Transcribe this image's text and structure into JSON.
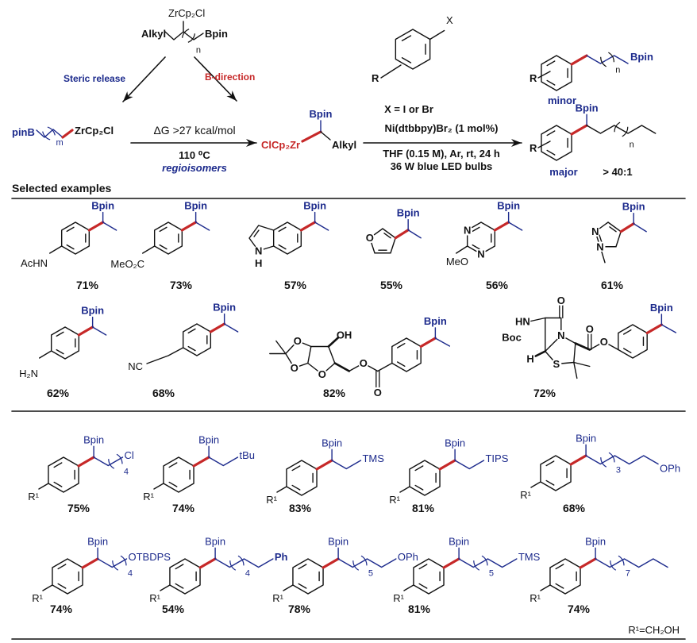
{
  "scheme": {
    "top_substrate": {
      "metal": "ZrCp₂Cl",
      "alkyl": "Alkyl",
      "boron": "Bpin",
      "n": "n"
    },
    "pathways": {
      "steric": "Steric release",
      "boron_direction": "B-direction"
    },
    "regioisomer": {
      "boron": "pinB",
      "m": "m",
      "metal": "ZrCp₂Cl"
    },
    "isomerization": {
      "energy": "ΔG >27 kcal/mol",
      "temperature": "110 ⁰C",
      "note": "regioisomers"
    },
    "intermediate": {
      "metal": "ClCp₂Zr",
      "boron": "Bpin",
      "alkyl": "Alkyl"
    },
    "aryl_halide": {
      "x": "X",
      "r": "R",
      "definition": "X = I or Br"
    },
    "coupling": {
      "catalyst": "Ni(dtbbpy)Br₂ (1 mol%)",
      "conditions": "THF (0.15 M), Ar, rt, 24 h",
      "light": "36 W blue LED bulbs"
    },
    "products": {
      "minor": {
        "r": "R",
        "boron": "Bpin",
        "n": "n",
        "label": "minor"
      },
      "major": {
        "r": "R",
        "boron": "Bpin",
        "n": "n",
        "label": "major"
      },
      "ratio": "> 40:1"
    }
  },
  "section_title": "Selected examples",
  "examples": {
    "row1": [
      {
        "boron": "Bpin",
        "sub": "AcHN",
        "yield": "71%"
      },
      {
        "boron": "Bpin",
        "sub": "MeO₂C",
        "yield": "73%"
      },
      {
        "boron": "Bpin",
        "n": "N",
        "h": "H",
        "yield": "57%"
      },
      {
        "boron": "Bpin",
        "o": "O",
        "yield": "55%"
      },
      {
        "boron": "Bpin",
        "n1": "N",
        "n2": "N",
        "sub": "MeO",
        "yield": "56%"
      },
      {
        "boron": "Bpin",
        "n1": "N",
        "n2": "N",
        "yield": "61%"
      }
    ],
    "row2": [
      {
        "boron": "Bpin",
        "sub": "H₂N",
        "yield": "62%"
      },
      {
        "boron": "Bpin",
        "sub": "NC",
        "yield": "68%"
      },
      {
        "boron": "Bpin",
        "o_top": "O",
        "o_bottom": "O",
        "oh": "OH",
        "o_ring": "O",
        "o_ester": "O",
        "o_carbonyl": "O",
        "yield": "82%"
      },
      {
        "boron": "Bpin",
        "o_lactam": "O",
        "hn": "HN",
        "boc": "Boc",
        "n": "N",
        "h": "H",
        "s": "S",
        "o_carbonyl": "O",
        "o_ester": "O",
        "yield": "72%"
      }
    ],
    "row3": [
      {
        "boron": "Bpin",
        "r": "R¹",
        "n": "4",
        "end": "Cl",
        "yield": "75%"
      },
      {
        "boron": "Bpin",
        "r": "R¹",
        "end": "tBu",
        "yield": "74%"
      },
      {
        "boron": "Bpin",
        "r": "R¹",
        "end": "TMS",
        "yield": "83%"
      },
      {
        "boron": "Bpin",
        "r": "R¹",
        "end": "TIPS",
        "yield": "81%"
      },
      {
        "boron": "Bpin",
        "r": "R¹",
        "n": "3",
        "end": "OPh",
        "yield": "68%"
      }
    ],
    "row4": [
      {
        "boron": "Bpin",
        "r": "R¹",
        "n": "4",
        "end": "OTBDPS",
        "yield": "74%"
      },
      {
        "boron": "Bpin",
        "r": "R¹",
        "n": "4",
        "end": "Ph",
        "yield": "54%"
      },
      {
        "boron": "Bpin",
        "r": "R¹",
        "n": "5",
        "end": "OPh",
        "yield": "78%"
      },
      {
        "boron": "Bpin",
        "r": "R¹",
        "n": "5",
        "end": "TMS",
        "yield": "81%"
      },
      {
        "boron": "Bpin",
        "r": "R¹",
        "n": "7",
        "yield": "74%"
      }
    ]
  },
  "footnote": "R¹=CH₂OH",
  "colors": {
    "bond": "#111111",
    "boron_blue": "#1c2a8c",
    "new_bond_red": "#c62828"
  }
}
